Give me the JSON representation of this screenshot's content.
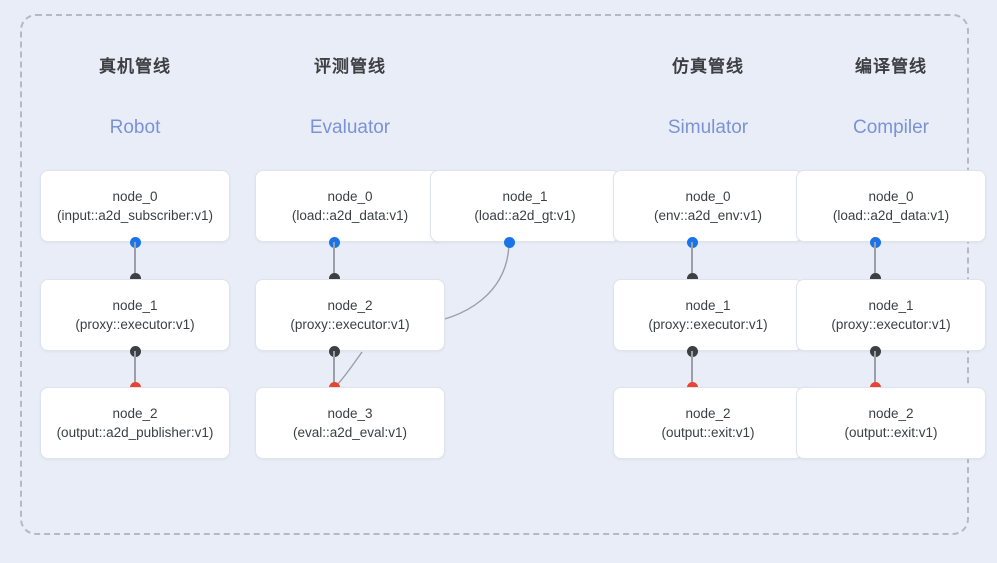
{
  "page": {
    "background_color": "#e8edf8",
    "frame_border_color": "#b3b9c6"
  },
  "palette": {
    "accent_blue": "#1a73e8",
    "accent_red": "#ea4335",
    "port_dark": "#3c4043",
    "title_en_color": "#7b93d6",
    "edge_color": "#9aa0a6",
    "node_text": "#3c4043",
    "node_border": "#dfe3ea"
  },
  "columns": [
    {
      "id": "robot",
      "title_cn": "真机管线",
      "title_en": "Robot",
      "nodes": [
        {
          "name": "node_0",
          "type": "(input::a2d_subscriber:v1)"
        },
        {
          "name": "node_1",
          "type": "(proxy::executor:v1)"
        },
        {
          "name": "node_2",
          "type": "(output::a2d_publisher:v1)"
        }
      ]
    },
    {
      "id": "evaluator",
      "title_cn": "评测管线",
      "title_en": "Evaluator",
      "nodes": [
        {
          "name": "node_0",
          "type": "(load::a2d_data:v1)"
        },
        {
          "name": "node_2",
          "type": "(proxy::executor:v1)"
        },
        {
          "name": "node_3",
          "type": "(eval::a2d_eval:v1)"
        }
      ],
      "side_node": {
        "name": "node_1",
        "type": "(load::a2d_gt:v1)"
      }
    },
    {
      "id": "simulator",
      "title_cn": "仿真管线",
      "title_en": "Simulator",
      "nodes": [
        {
          "name": "node_0",
          "type": "(env::a2d_env:v1)"
        },
        {
          "name": "node_1",
          "type": "(proxy::executor:v1)"
        },
        {
          "name": "node_2",
          "type": "(output::exit:v1)"
        }
      ]
    },
    {
      "id": "compiler",
      "title_cn": "编译管线",
      "title_en": "Compiler",
      "nodes": [
        {
          "name": "node_0",
          "type": "(load::a2d_data:v1)"
        },
        {
          "name": "node_1",
          "type": "(proxy::executor:v1)"
        },
        {
          "name": "node_2",
          "type": "(output::exit:v1)"
        }
      ]
    }
  ]
}
